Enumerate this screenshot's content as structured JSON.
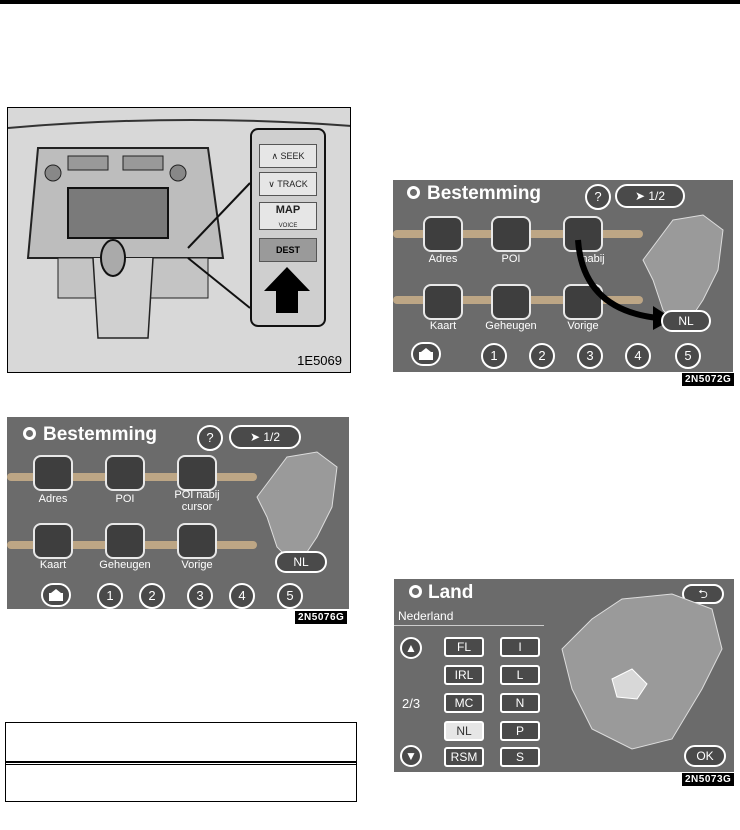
{
  "figure1": {
    "code": "1E5069",
    "buttons": [
      "∧ SEEK",
      "∨ TRACK",
      "MAP",
      "VOICE",
      "DEST"
    ]
  },
  "screen_bestemming": {
    "title": "Bestemming",
    "help": "?",
    "page": "1/2",
    "items": [
      "Adres",
      "POI",
      "POI nabij cursor",
      "Kaart",
      "Geheugen",
      "Vorige"
    ],
    "country": "NL",
    "presets": [
      "1",
      "2",
      "3",
      "4",
      "5"
    ]
  },
  "figure_top_right": {
    "code": "2N5072G",
    "items_row1": [
      "Adres",
      "POI",
      "nabij"
    ],
    "items_row2": [
      "Kaart",
      "Geheugen",
      "Vorige"
    ]
  },
  "figure_bottom_left": {
    "code": "2N5076G",
    "item3_line1": "POI nabij",
    "item3_line2": "cursor"
  },
  "screen_land": {
    "code": "2N5073G",
    "title": "Land",
    "subtitle": "Nederland",
    "page_indicator": "2/3",
    "col1": [
      "FL",
      "IRL",
      "MC",
      "NL",
      "RSM"
    ],
    "col2": [
      "I",
      "L",
      "N",
      "P",
      "S"
    ],
    "ok": "OK"
  }
}
